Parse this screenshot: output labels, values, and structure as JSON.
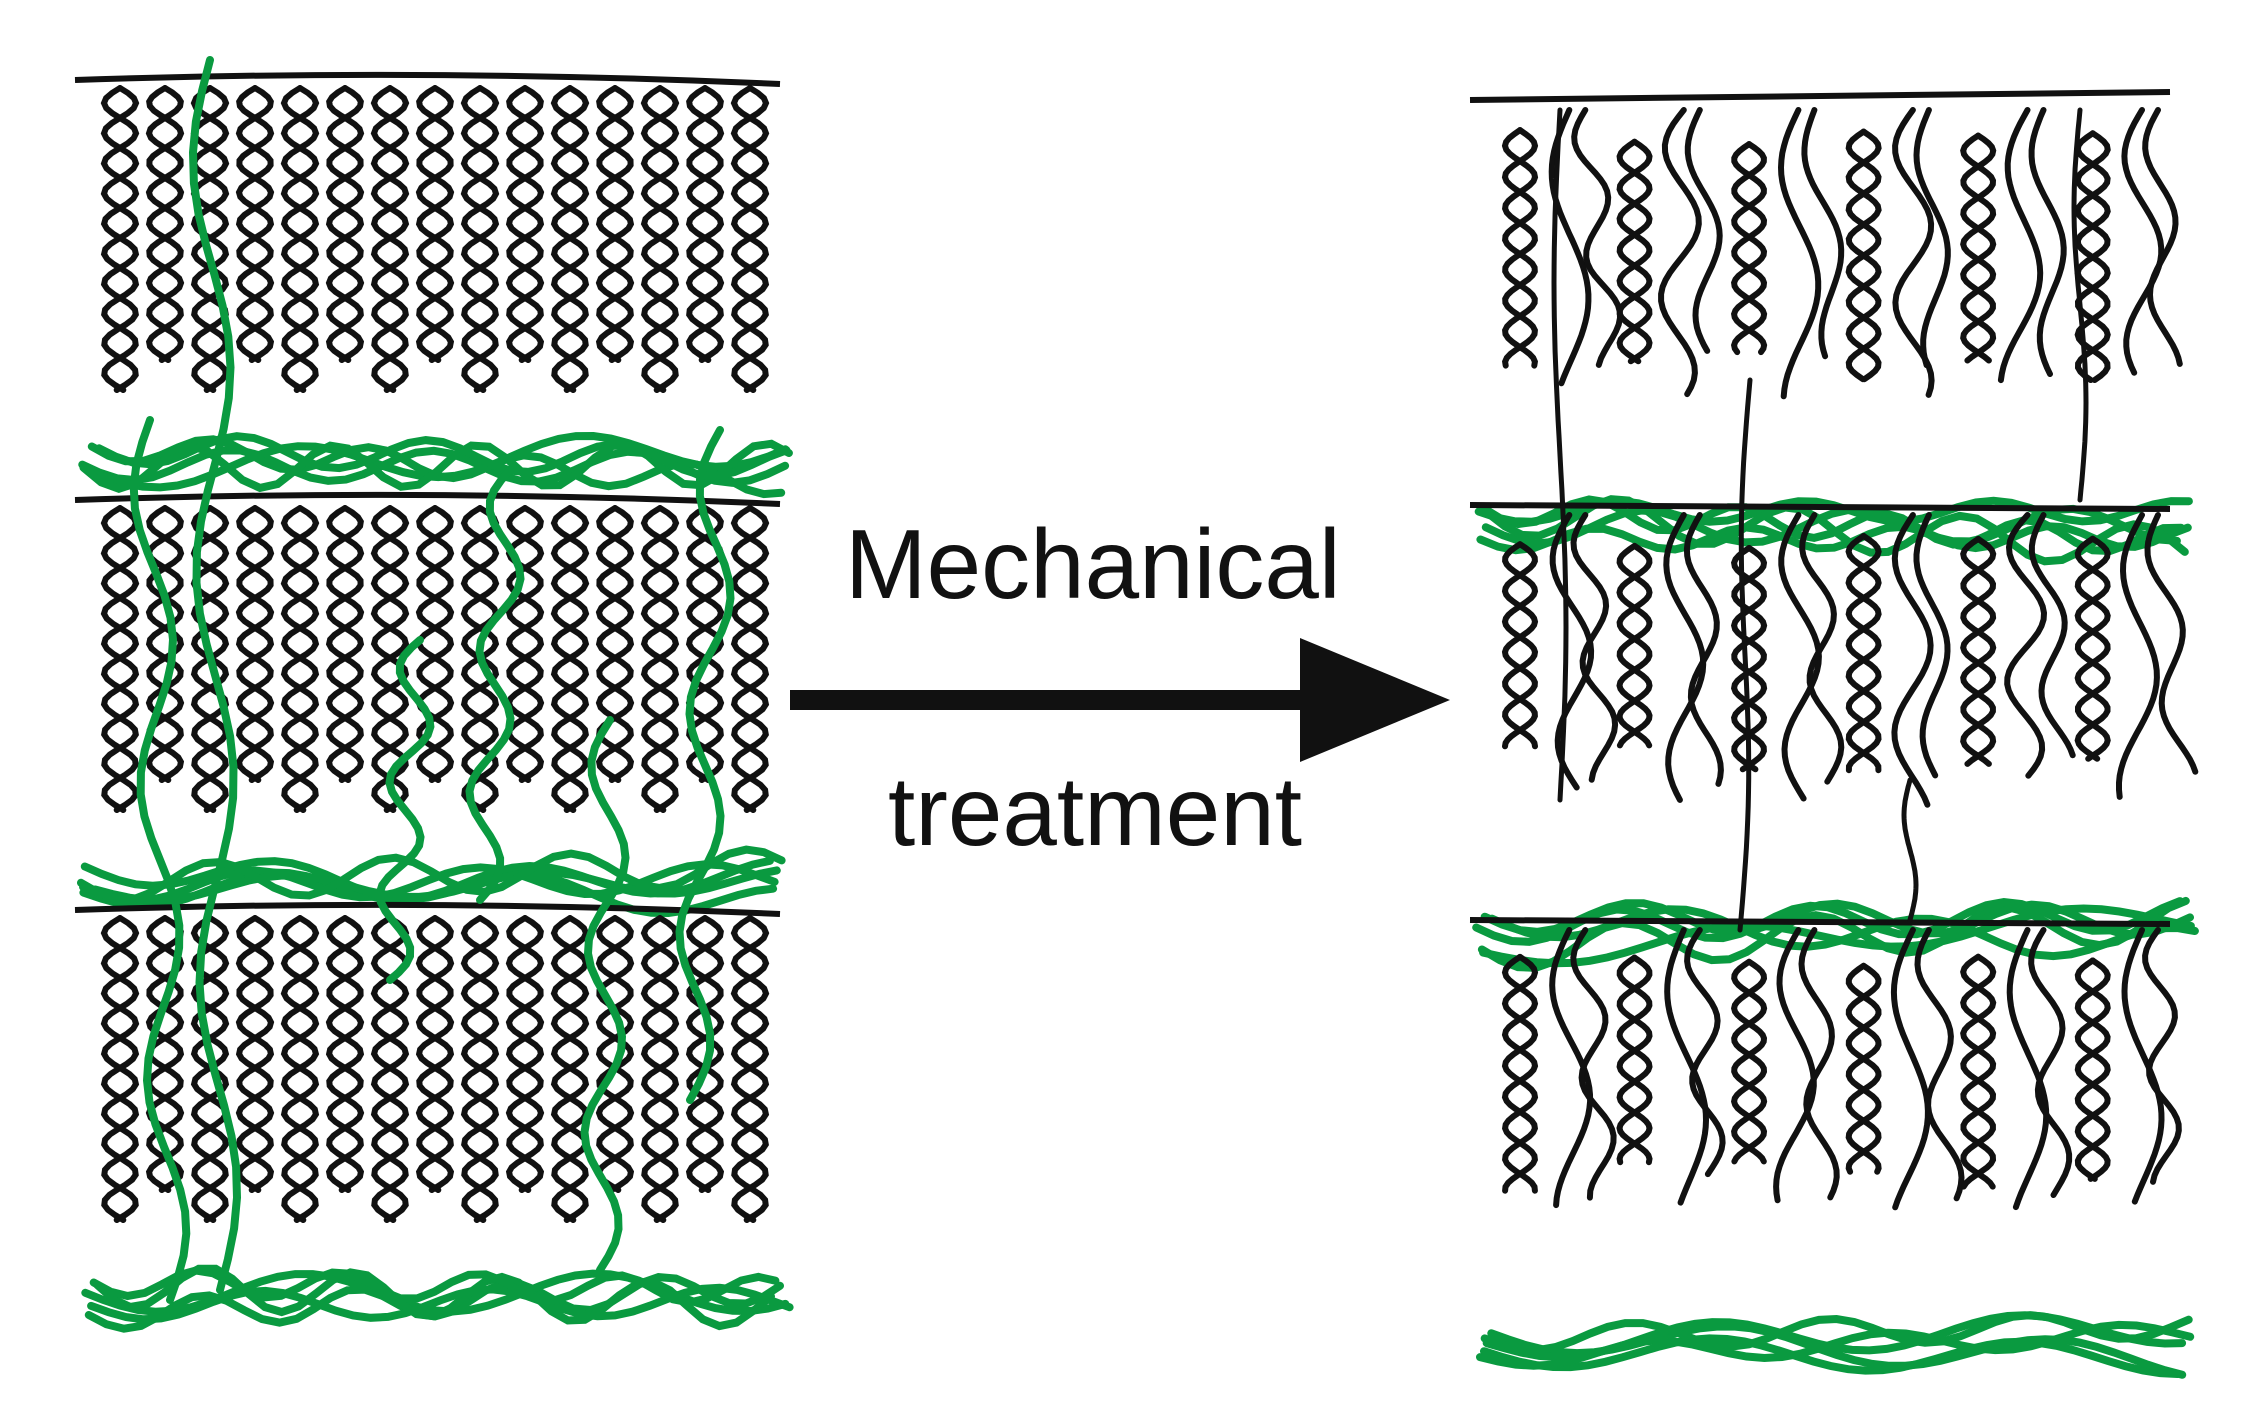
{
  "labels": {
    "top": "Mechanical",
    "bottom": "treatment"
  },
  "colors": {
    "background": "#ffffff",
    "helix": "#111111",
    "polymer": "#0a9a40",
    "arrow": "#111111"
  },
  "panels": [
    {
      "name": "before",
      "description_state": "ordered",
      "layer_count": 3,
      "helices_per_layer": 15
    },
    {
      "name": "after",
      "description_state": "disrupted",
      "layer_count": 3,
      "helices_per_layer": 12
    }
  ],
  "arrow": {
    "direction": "right"
  }
}
